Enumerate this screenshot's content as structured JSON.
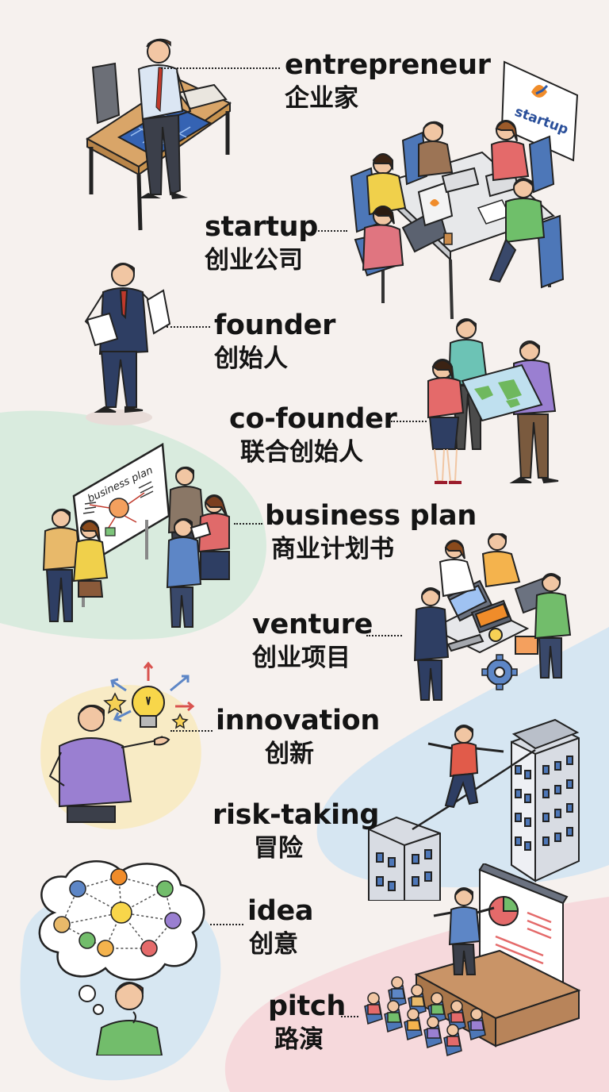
{
  "colors": {
    "background": "#f6f1ee",
    "blob_green": "#d7eadb",
    "blob_blue": "#d5e6f1",
    "blob_yellow": "#f8ebc6",
    "blob_pink": "#f6d9dc",
    "ink": "#141414"
  },
  "vocabulary": [
    {
      "id": "entrepreneur",
      "en": "entrepreneur",
      "zh": "企业家"
    },
    {
      "id": "startup",
      "en": "startup",
      "zh": "创业公司",
      "sign": "startup"
    },
    {
      "id": "founder",
      "en": "founder",
      "zh": "创始人"
    },
    {
      "id": "co-founder",
      "en": "co-founder",
      "zh": "联合创始人"
    },
    {
      "id": "business-plan",
      "en": "business plan",
      "zh": "商业计划书",
      "board": "business plan"
    },
    {
      "id": "venture",
      "en": "venture",
      "zh": "创业项目"
    },
    {
      "id": "innovation",
      "en": "innovation",
      "zh": "创新"
    },
    {
      "id": "risk-taking",
      "en": "risk-taking",
      "zh": "冒险"
    },
    {
      "id": "idea",
      "en": "idea",
      "zh": "创意"
    },
    {
      "id": "pitch",
      "en": "pitch",
      "zh": "路演"
    }
  ],
  "icons": [
    "blueprint-icon",
    "laptop-icon",
    "document-icon",
    "world-map-icon",
    "whiteboard-icon",
    "lightbulb-icon",
    "gear-icon",
    "skyscraper-icon",
    "thought-cloud-icon",
    "presentation-screen-icon",
    "pie-chart-icon"
  ]
}
